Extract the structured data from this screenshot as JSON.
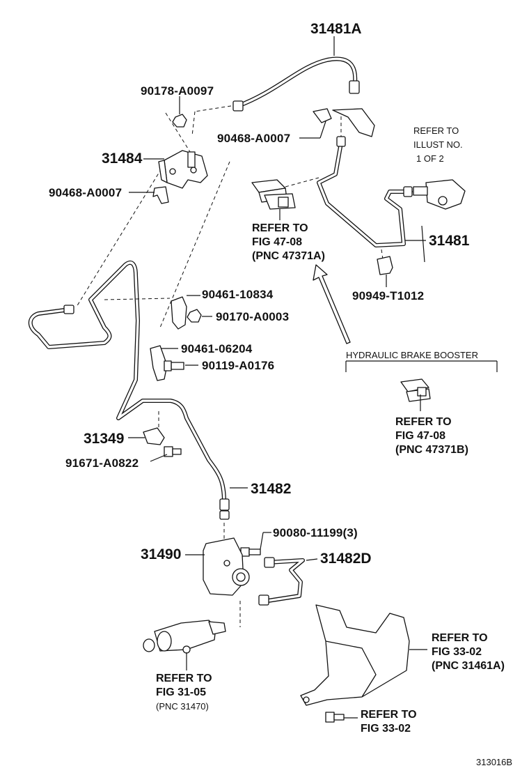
{
  "labels": {
    "p31481A": "31481A",
    "p90178": "90178-A0097",
    "p90468a": "90468-A0007",
    "p31484": "31484",
    "p90468b": "90468-A0007",
    "ref_illust_1": "REFER TO",
    "ref_illust_2": "ILLUST NO.",
    "ref_illust_3": "1 OF 2",
    "ref_fig4708a_1": "REFER TO",
    "ref_fig4708a_2": "FIG 47-08",
    "ref_fig4708a_3": "(PNC 47371A)",
    "p31481": "31481",
    "p90949": "90949-T1012",
    "p90461_10834": "90461-10834",
    "p90170": "90170-A0003",
    "p90461_06204": "90461-06204",
    "p90119": "90119-A0176",
    "hbb_title": "HYDRAULIC BRAKE BOOSTER",
    "ref_fig4708b_1": "REFER TO",
    "ref_fig4708b_2": "FIG 47-08",
    "ref_fig4708b_3": "(PNC 47371B)",
    "p31349": "31349",
    "p91671": "91671-A0822",
    "p31482": "31482",
    "p90080": "90080-11199(3)",
    "p31490": "31490",
    "p31482D": "31482D",
    "ref_fig3302a_1": "REFER TO",
    "ref_fig3302a_2": "FIG 33-02",
    "ref_fig3302a_3": "(PNC 31461A)",
    "ref_fig3105_1": "REFER TO",
    "ref_fig3105_2": "FIG 31-05",
    "ref_fig3105_3": "(PNC 31470)",
    "ref_fig3302b_1": "REFER TO",
    "ref_fig3302b_2": "FIG 33-02",
    "illust_id": "313016B"
  }
}
